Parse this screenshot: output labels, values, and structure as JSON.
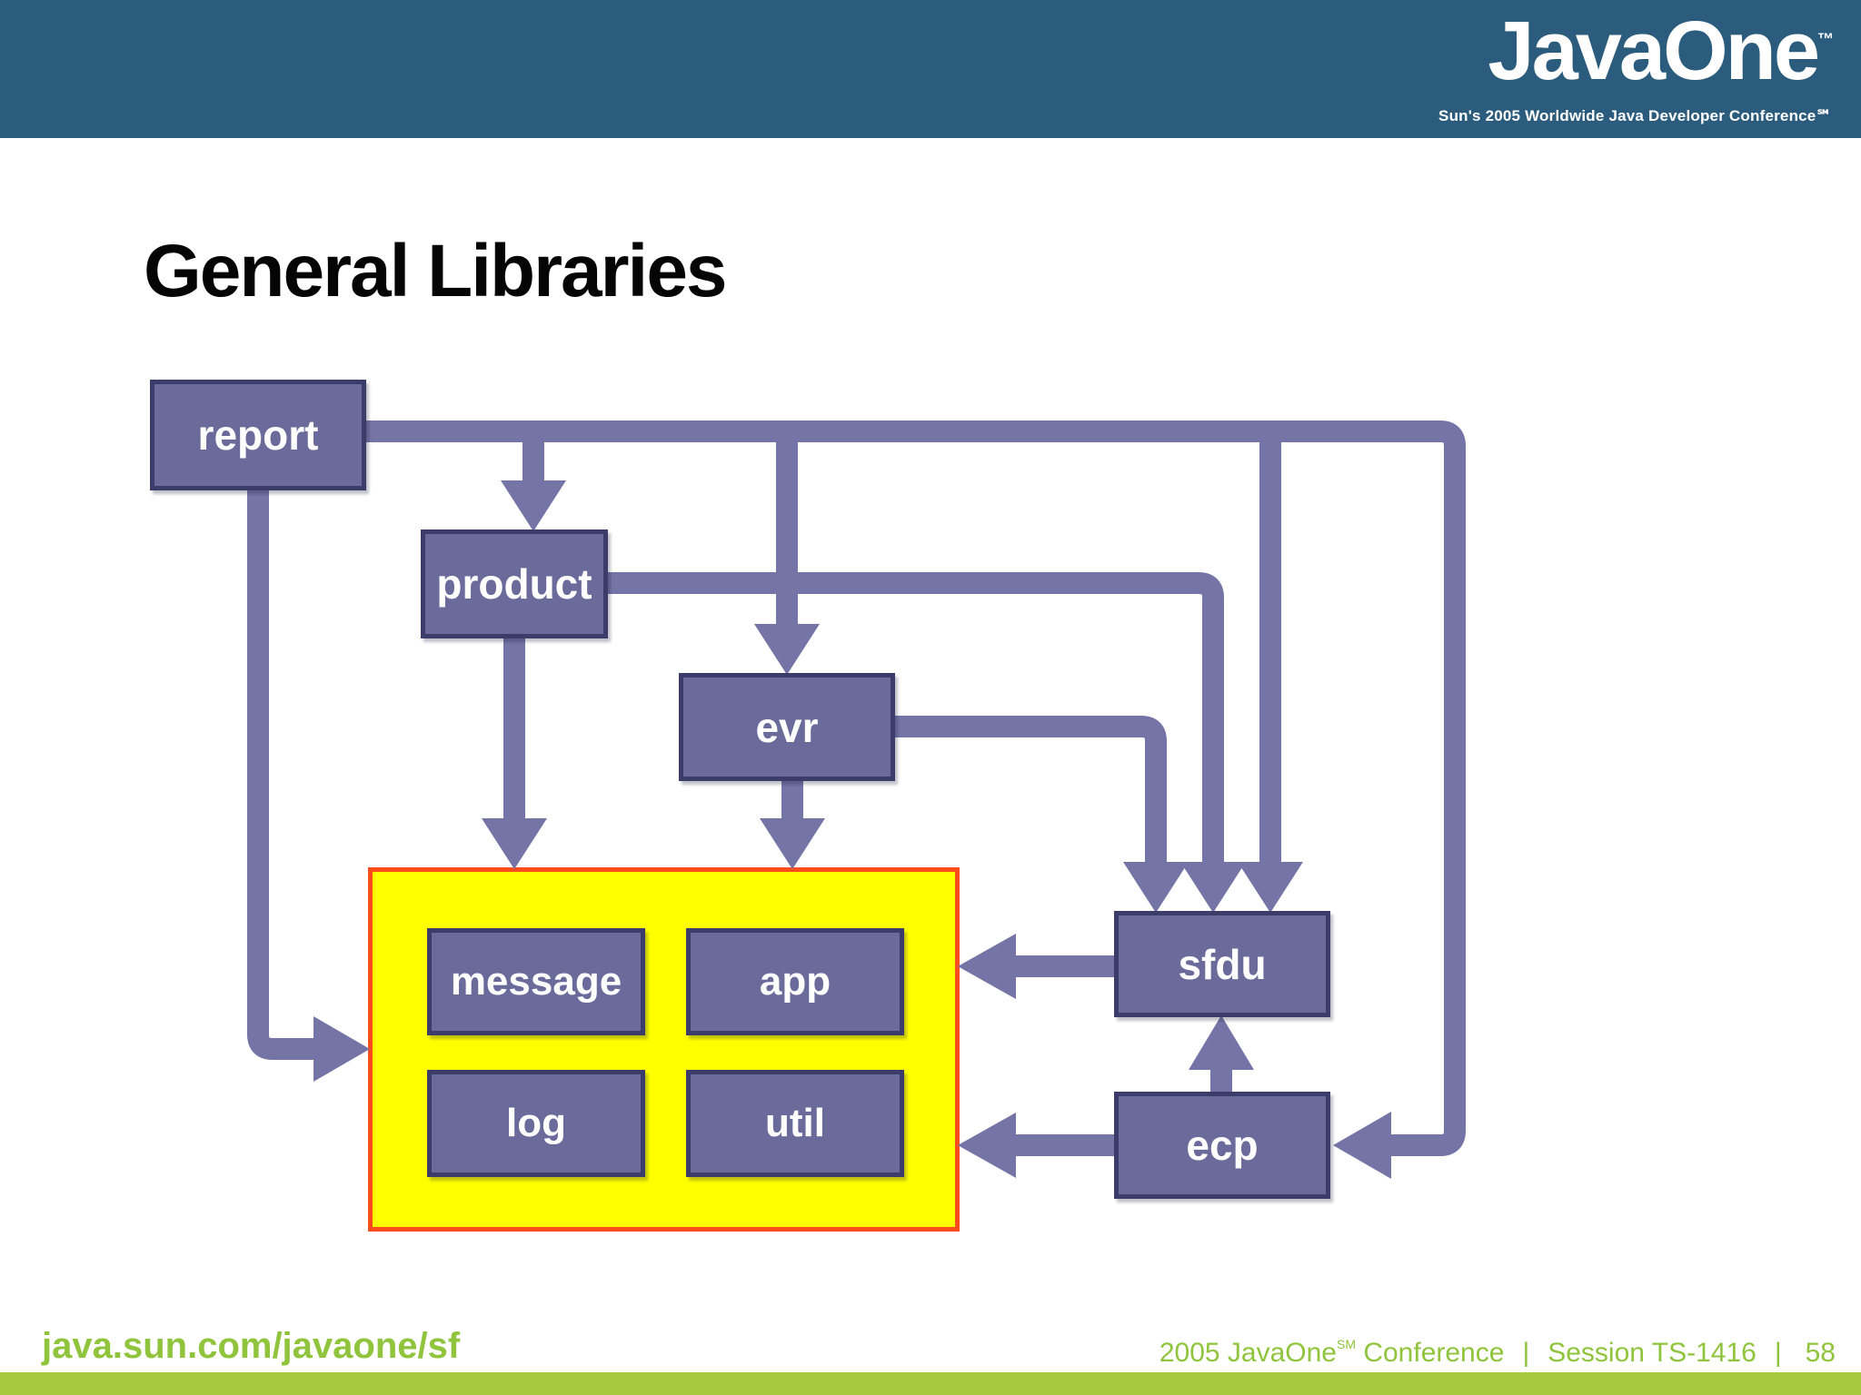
{
  "header": {
    "logo_text": "JavaOne",
    "logo_trademark": "™",
    "tagline": "Sun's 2005 Worldwide Java Developer Conference℠"
  },
  "slide": {
    "title": "General Libraries"
  },
  "diagram": {
    "nodes": {
      "report": "report",
      "product": "product",
      "evr": "evr",
      "message": "message",
      "app": "app",
      "log": "log",
      "util": "util",
      "sfdu": "sfdu",
      "ecp": "ecp"
    },
    "group": {
      "members": [
        "message",
        "app",
        "log",
        "util"
      ]
    },
    "edges": [
      {
        "from": "report",
        "to": "product"
      },
      {
        "from": "report",
        "to": "evr"
      },
      {
        "from": "report",
        "to": "sfdu"
      },
      {
        "from": "report",
        "to": "ecp"
      },
      {
        "from": "report",
        "to": "group"
      },
      {
        "from": "product",
        "to": "sfdu"
      },
      {
        "from": "product",
        "to": "group"
      },
      {
        "from": "evr",
        "to": "sfdu"
      },
      {
        "from": "evr",
        "to": "group"
      },
      {
        "from": "sfdu",
        "to": "group"
      },
      {
        "from": "ecp",
        "to": "sfdu"
      },
      {
        "from": "ecp",
        "to": "group"
      }
    ],
    "colors": {
      "node_fill": "#6a6a9b",
      "node_border": "#3c3c6b",
      "connector": "#7474a6",
      "highlight_fill": "#ffff00",
      "highlight_border": "#f94d1e"
    }
  },
  "footer": {
    "url": "java.sun.com/javaone/sf",
    "conference_prefix": "2005 JavaOne",
    "conference_sm": "SM",
    "conference_suffix": "Conference",
    "separator": "|",
    "session": "Session TS-1416",
    "page_number": "58",
    "bar_color": "#a5ca3e",
    "text_color": "#8fc43c"
  },
  "colors": {
    "header_background": "#2b5c7e",
    "title_color": "#050505"
  }
}
